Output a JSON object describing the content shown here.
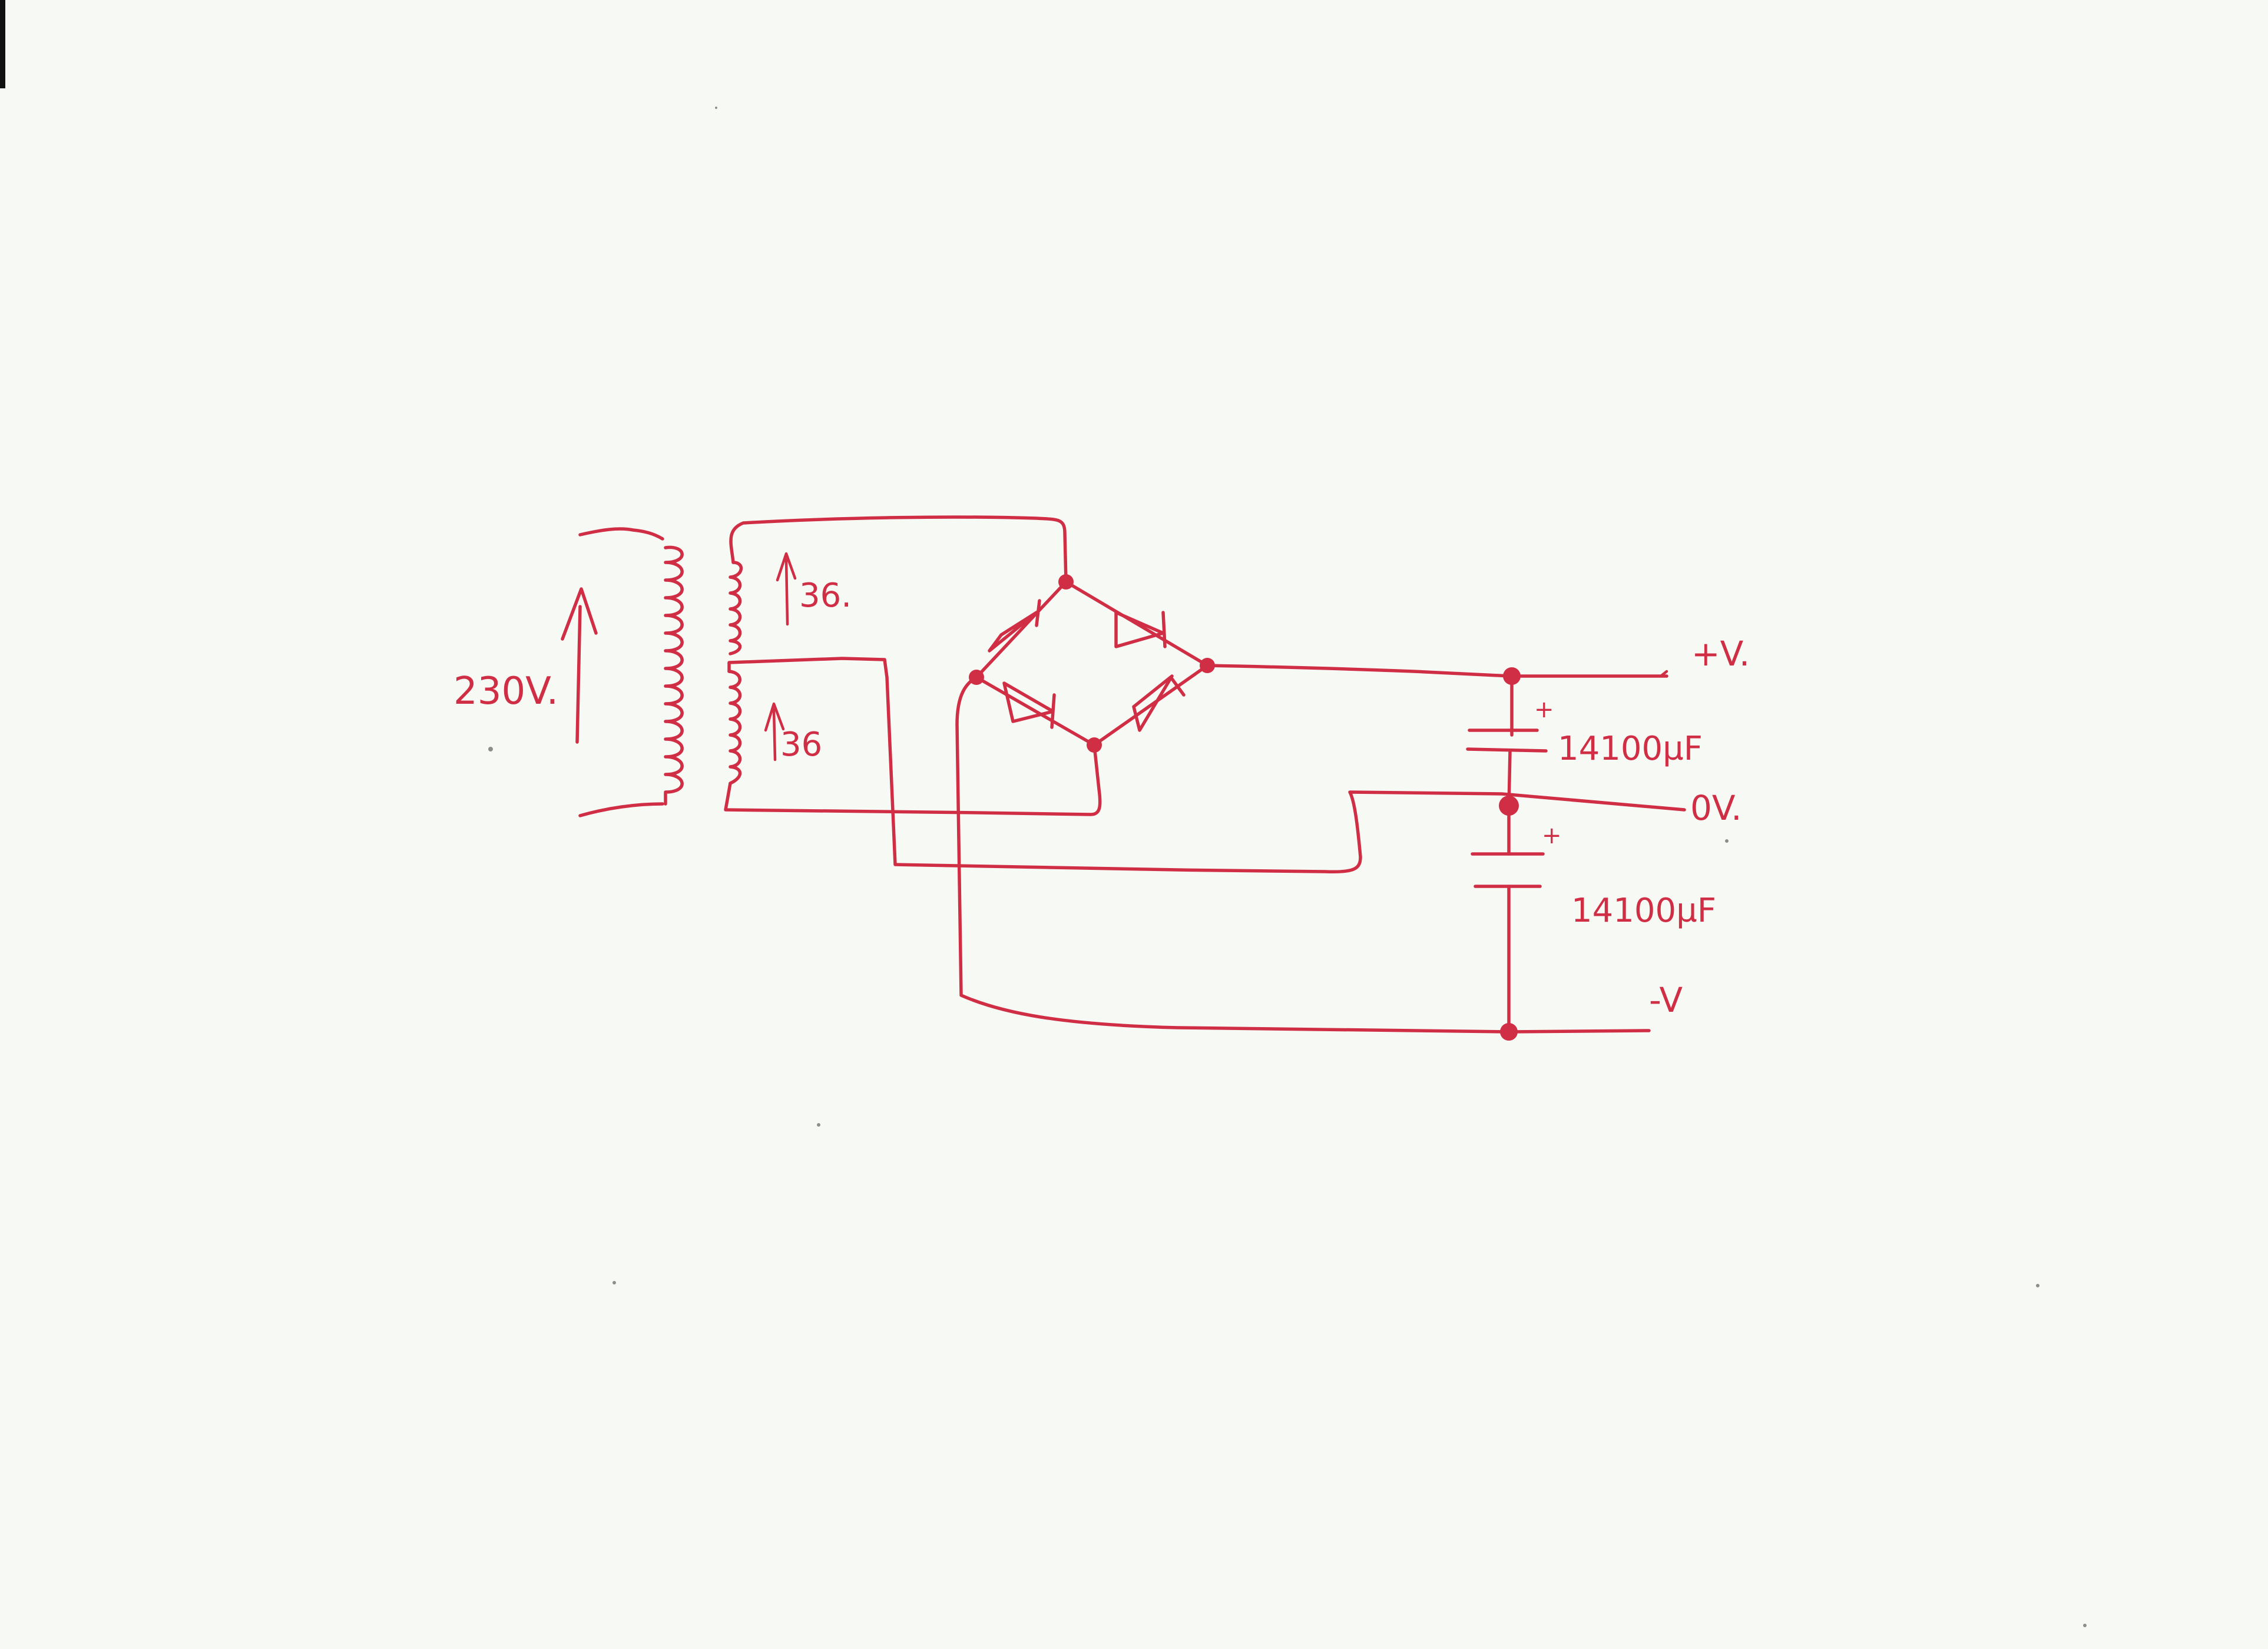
{
  "labels": {
    "primary_voltage": "230V.",
    "secondary_upper": "36.",
    "secondary_lower": "36",
    "rail_positive": "+V.",
    "rail_zero": "0V.",
    "rail_negative": "-V",
    "capacitor_upper": "14100µF",
    "capacitor_lower": "14100µF",
    "polarity_upper": "+",
    "polarity_lower": "+"
  },
  "colors": {
    "ink": "#d02e45",
    "paper": "#f7f9f5"
  }
}
